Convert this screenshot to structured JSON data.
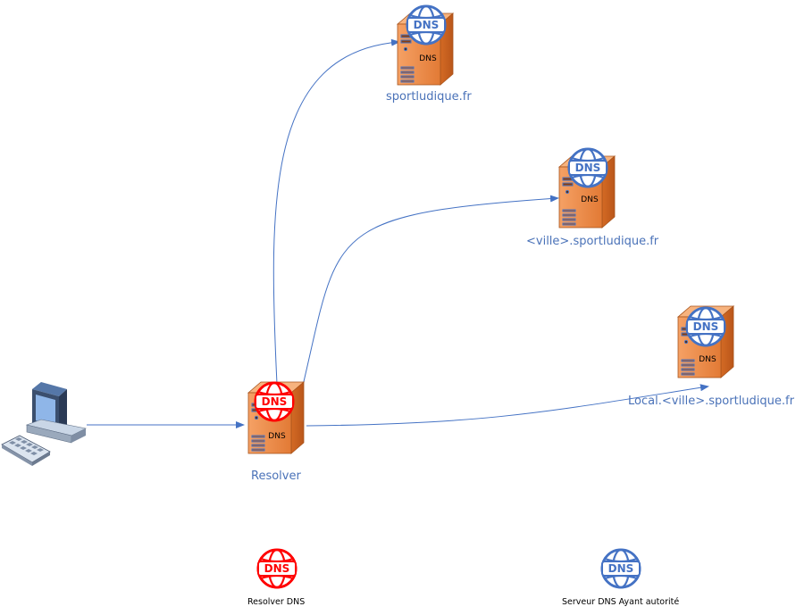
{
  "servers": [
    {
      "id": "root",
      "label": "sportludique.fr",
      "icon_text": "DNS",
      "case_text": "DNS",
      "role": "authoritative"
    },
    {
      "id": "city",
      "label": "<ville>.sportludique.fr",
      "icon_text": "DNS",
      "case_text": "DNS",
      "role": "authoritative"
    },
    {
      "id": "local",
      "label": "Local.<ville>.sportludique.fr",
      "icon_text": "DNS",
      "case_text": "DNS",
      "role": "authoritative"
    }
  ],
  "resolver": {
    "label": "Resolver",
    "icon_text": "DNS",
    "case_text": "DNS",
    "role": "resolver"
  },
  "client": {
    "icon": "desktop-computer-icon"
  },
  "legend": {
    "resolver": {
      "label": "Resolver DNS",
      "icon_text": "DNS"
    },
    "authoritative": {
      "label": "Serveur DNS Ayant autorité",
      "icon_text": "DNS"
    }
  },
  "colors": {
    "resolver_globe": "#ff0000",
    "authoritative_globe": "#4472c4",
    "arrow": "#4472c4",
    "label": "#4a72b8",
    "server_body": "#e07b39"
  }
}
